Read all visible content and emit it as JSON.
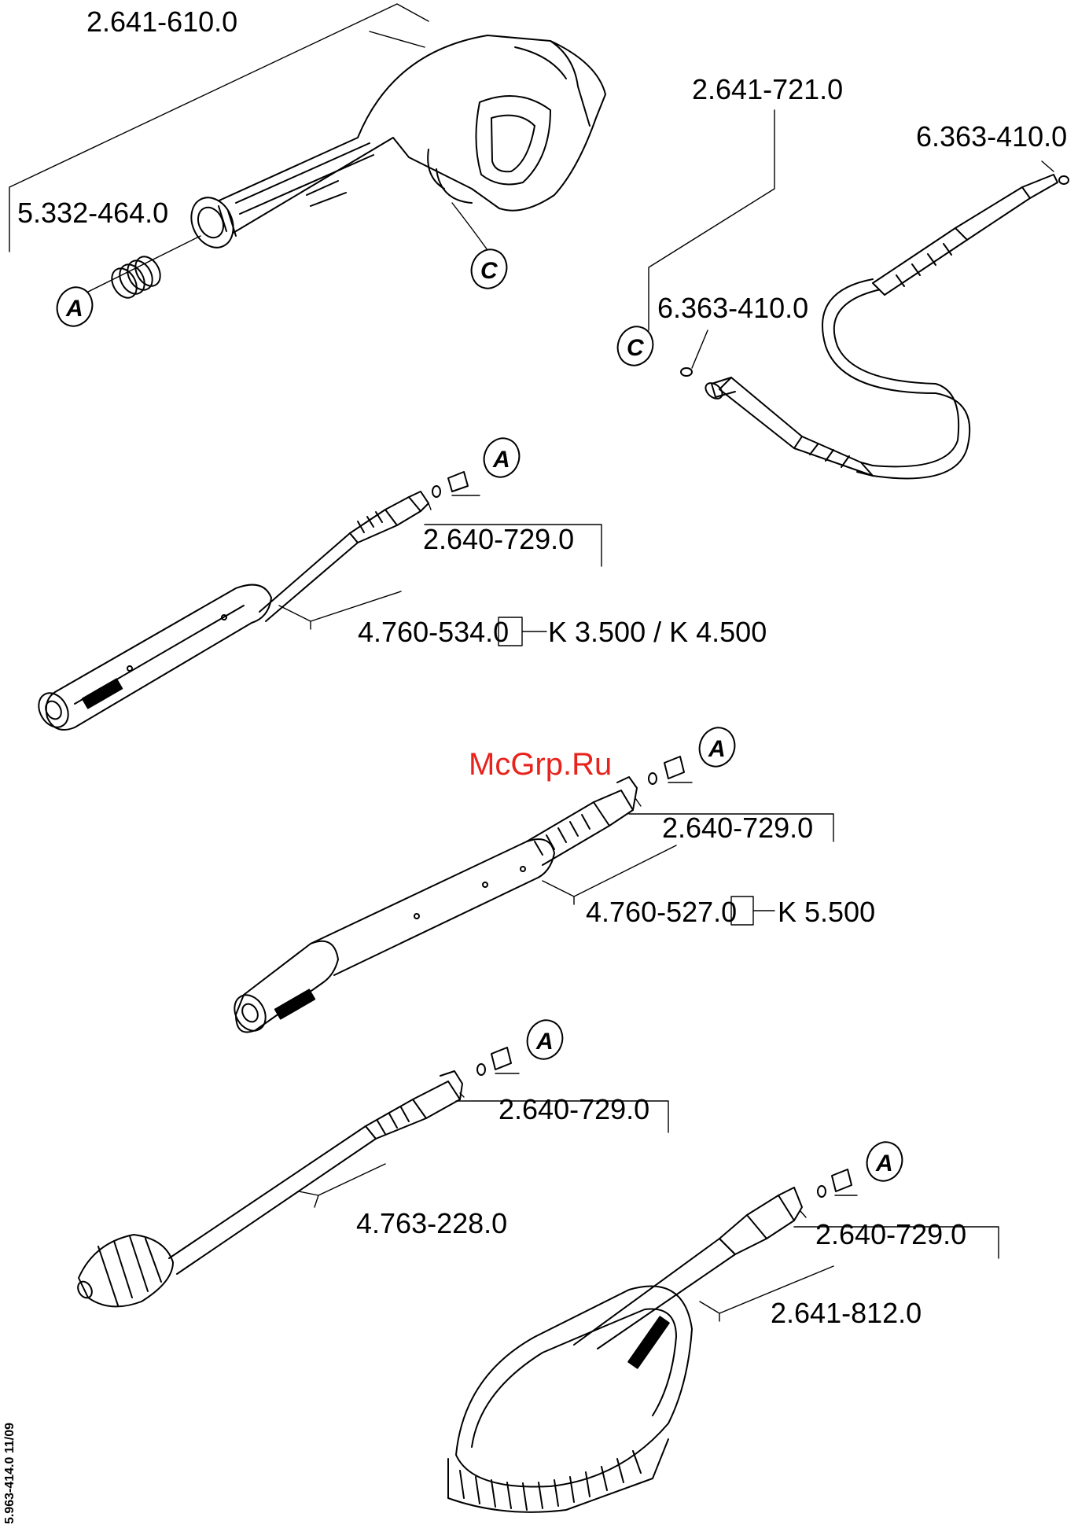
{
  "parts": [
    {
      "id": "gun",
      "number": "2.641-610.0"
    },
    {
      "id": "spring",
      "number": "5.332-464.0"
    },
    {
      "id": "hose",
      "number": "2.641-721.0"
    },
    {
      "id": "oring-hose-top",
      "number": "6.363-410.0"
    },
    {
      "id": "oring-hose-bottom",
      "number": "6.363-410.0"
    },
    {
      "id": "lance1-nozzle",
      "number": "2.640-729.0"
    },
    {
      "id": "lance1",
      "number": "4.760-534.0",
      "model": "K 3.500 / K 4.500"
    },
    {
      "id": "lance2-nozzle",
      "number": "2.640-729.0"
    },
    {
      "id": "lance2",
      "number": "4.760-527.0",
      "model": "K 5.500"
    },
    {
      "id": "lance3-nozzle",
      "number": "2.640-729.0"
    },
    {
      "id": "lance3",
      "number": "4.763-228.0"
    },
    {
      "id": "brush-nozzle",
      "number": "2.640-729.0"
    },
    {
      "id": "brush",
      "number": "2.641-812.0"
    }
  ],
  "callouts": {
    "a": "A",
    "c": "C"
  },
  "watermark": "McGrp.Ru",
  "document_number": "5.963-414.0  11/09",
  "colors": {
    "line": "#000000",
    "watermark": "#e8221c"
  }
}
